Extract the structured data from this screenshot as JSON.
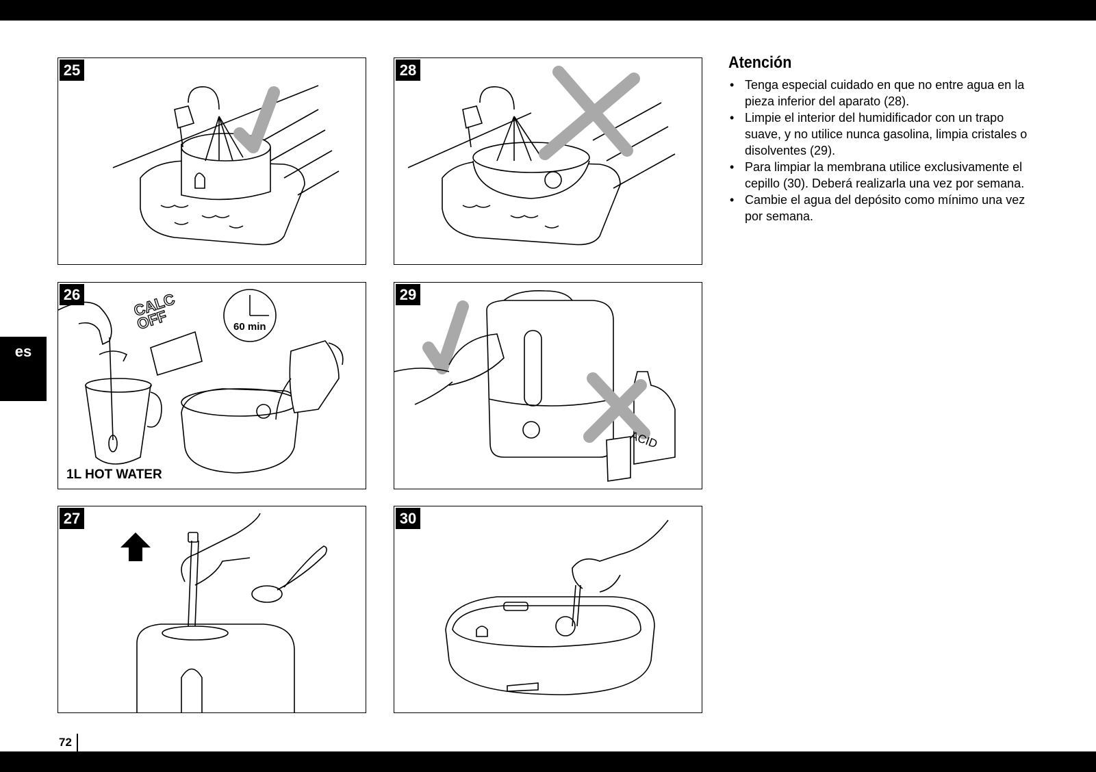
{
  "language_tab": "es",
  "panels": [
    {
      "number": "25"
    },
    {
      "number": "28"
    },
    {
      "number": "26",
      "labels": {
        "calc": "CALC",
        "off": "OFF",
        "timer": "60 min",
        "water": "1L HOT WATER"
      }
    },
    {
      "number": "29",
      "labels": {
        "acid": "ACID"
      }
    },
    {
      "number": "27"
    },
    {
      "number": "30"
    }
  ],
  "attention": {
    "title": "Atención",
    "items": [
      "Tenga especial cuidado en que no entre agua en la pieza inferior del aparato (28).",
      "Limpie el interior del humidificador con un trapo suave, y no utilice nunca gasolina, limpia cristales o disolventes (29).",
      "Para limpiar la membrana utilice exclusivamente el cepillo (30). Deberá realizarla una vez por semana.",
      "Cambie el agua del depósito como mínimo una vez por semana."
    ]
  },
  "page_number": "72"
}
